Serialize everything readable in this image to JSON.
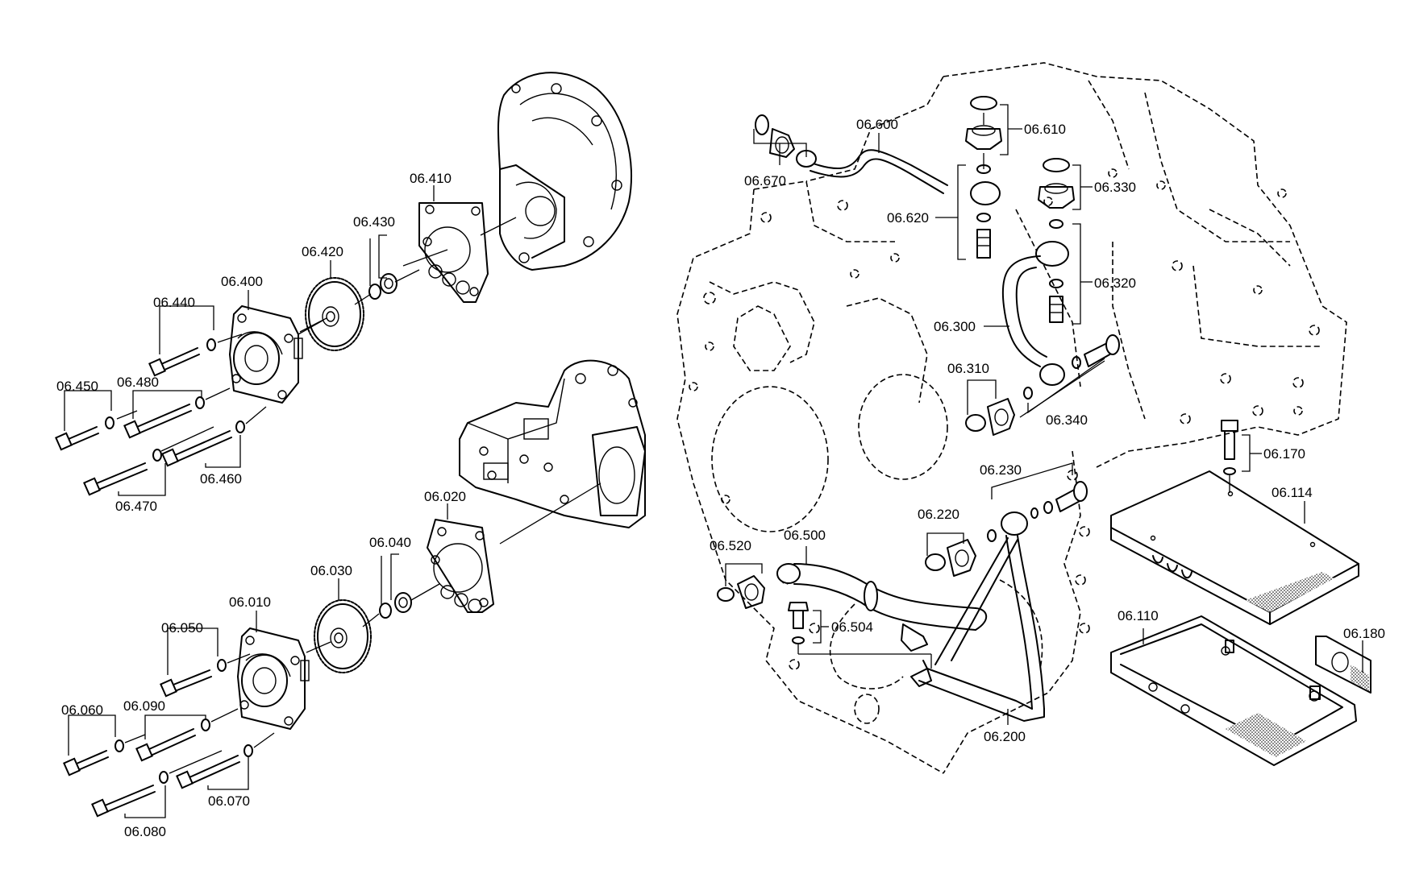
{
  "labels": {
    "p06_410": "06.410",
    "p06_430": "06.430",
    "p06_420": "06.420",
    "p06_400": "06.400",
    "p06_440": "06.440",
    "p06_450": "06.450",
    "p06_480": "06.480",
    "p06_460": "06.460",
    "p06_470": "06.470",
    "p06_020": "06.020",
    "p06_040": "06.040",
    "p06_030": "06.030",
    "p06_010": "06.010",
    "p06_050": "06.050",
    "p06_060": "06.060",
    "p06_090": "06.090",
    "p06_070": "06.070",
    "p06_080": "06.080",
    "p06_600": "06.600",
    "p06_610": "06.610",
    "p06_670": "06.670",
    "p06_620": "06.620",
    "p06_330": "06.330",
    "p06_320": "06.320",
    "p06_300": "06.300",
    "p06_310": "06.310",
    "p06_340": "06.340",
    "p06_230": "06.230",
    "p06_220": "06.220",
    "p06_520": "06.520",
    "p06_500": "06.500",
    "p06_504": "06.504",
    "p06_200": "06.200",
    "p06_170": "06.170",
    "p06_114": "06.114",
    "p06_110": "06.110",
    "p06_180": "06.180"
  }
}
